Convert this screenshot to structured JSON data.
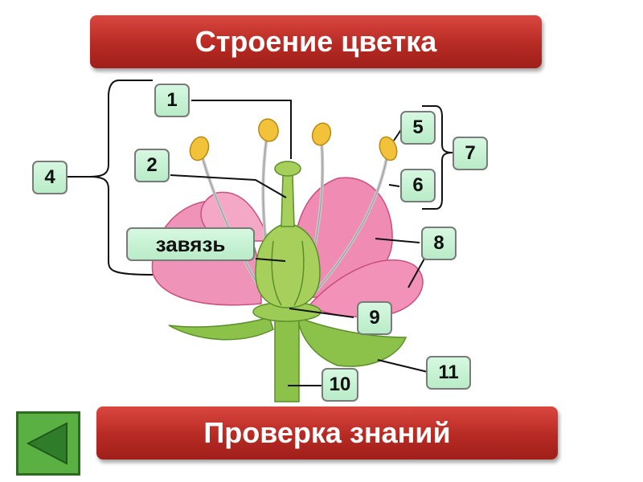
{
  "title": "Строение цветка",
  "check_button": "Проверка знаний",
  "labels": {
    "l1": "1",
    "l2": "2",
    "l4": "4",
    "l5": "5",
    "l6": "6",
    "l7": "7",
    "l8": "8",
    "l9": "9",
    "l10": "10",
    "l11": "11",
    "ovary": "завязь"
  },
  "icons": {
    "back": "triangle-left-icon"
  },
  "colors": {
    "banner": "#b72a24",
    "label_fill": "#c6f1d2",
    "petal": "#f08cb4",
    "stem": "#8cc24a",
    "anther": "#f2c23a",
    "back_button": "#5bb043"
  }
}
